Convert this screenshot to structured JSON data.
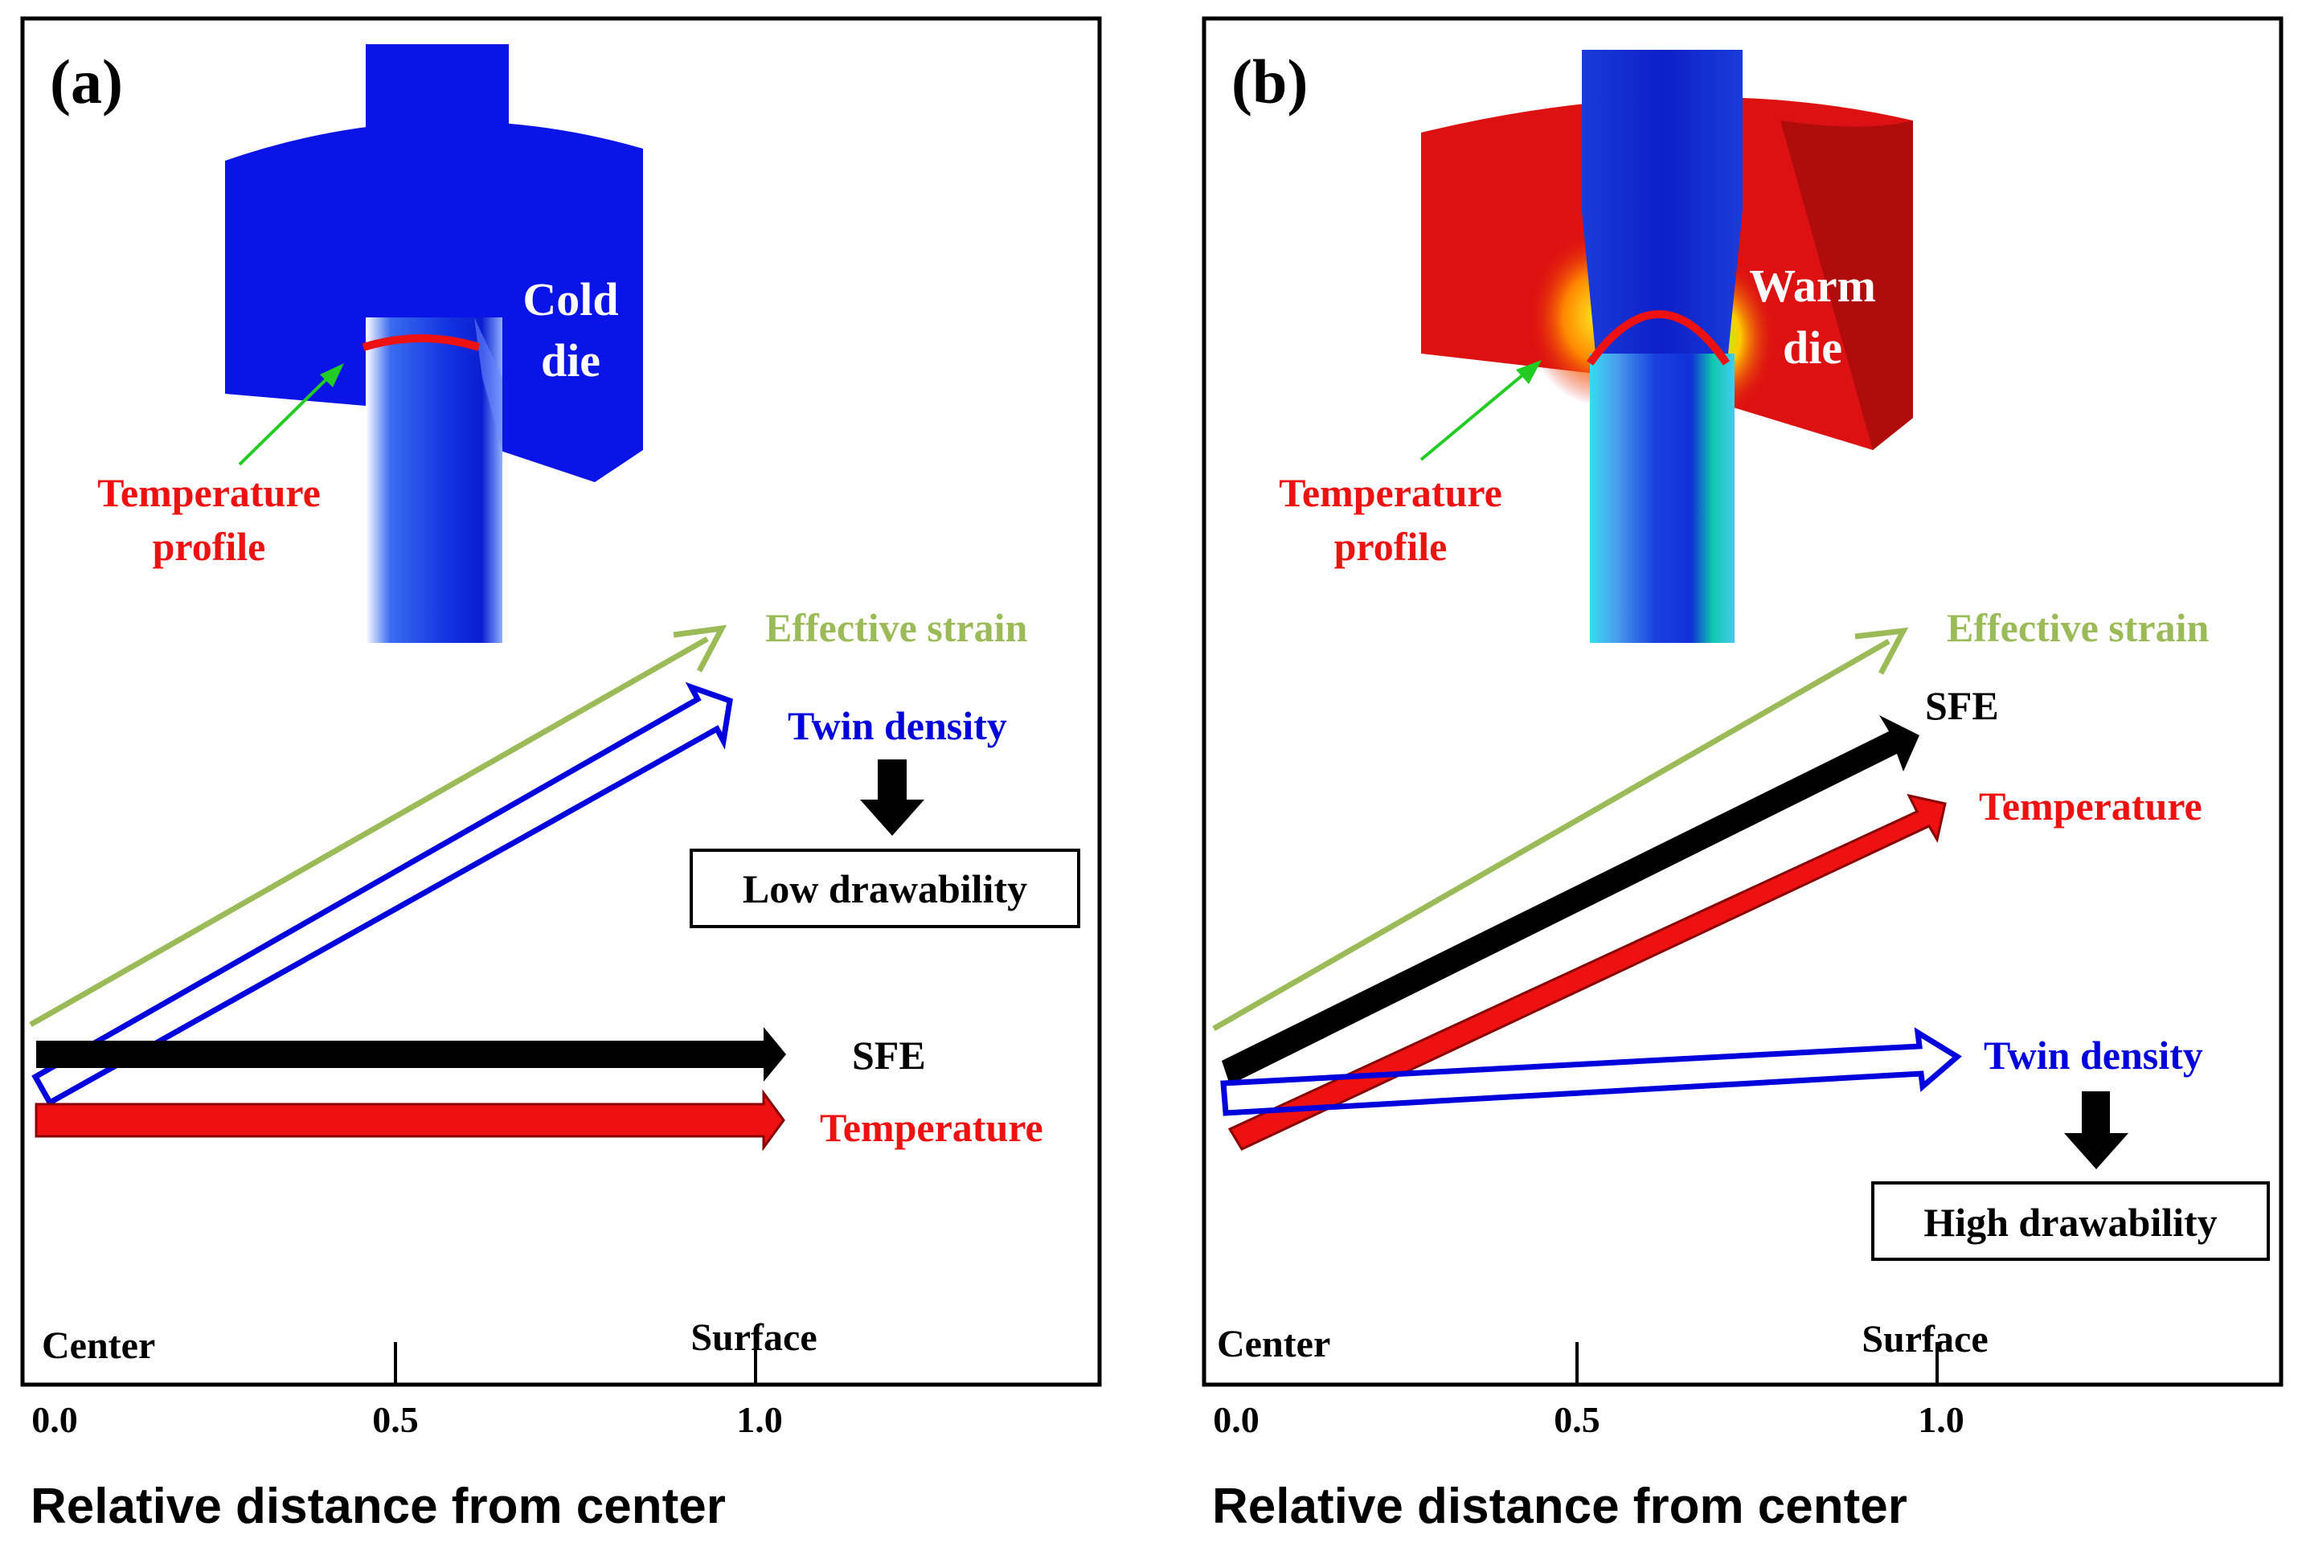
{
  "colors": {
    "effective_strain": "#9bbb59",
    "twin_density": "#0000dd",
    "sfe": "#000000",
    "temperature": "#ee0000",
    "cold_die": "#0a14e6",
    "warm_die": "#dd1111",
    "profile": "#ee1111",
    "pointer": "#22cc22"
  },
  "panels": [
    {
      "panel_label": "(a)",
      "die_label_line1": "Cold",
      "die_label_line2": "die",
      "profile_label_line1": "Temperature",
      "profile_label_line2": "profile",
      "arrow_labels": {
        "effective_strain": "Effective strain",
        "twin_density": "Twin  density",
        "sfe": "SFE",
        "temperature": "Temperature"
      },
      "result_box": "Low drawability",
      "axis_text_left": "Center",
      "axis_text_right": "Surface",
      "ticks": [
        "0.0",
        "0.5",
        "1.0"
      ],
      "axis_title": "Relative distance from center"
    },
    {
      "panel_label": "(b)",
      "die_label_line1": "Warm",
      "die_label_line2": "die",
      "profile_label_line1": "Temperature",
      "profile_label_line2": "profile",
      "arrow_labels": {
        "effective_strain": "Effective strain",
        "twin_density": "Twin  density",
        "sfe": "SFE",
        "temperature": "Temperature"
      },
      "result_box": "High drawability",
      "axis_text_left": "Center",
      "axis_text_right": "Surface",
      "ticks": [
        "0.0",
        "0.5",
        "1.0"
      ],
      "axis_title": "Relative distance from center"
    }
  ]
}
